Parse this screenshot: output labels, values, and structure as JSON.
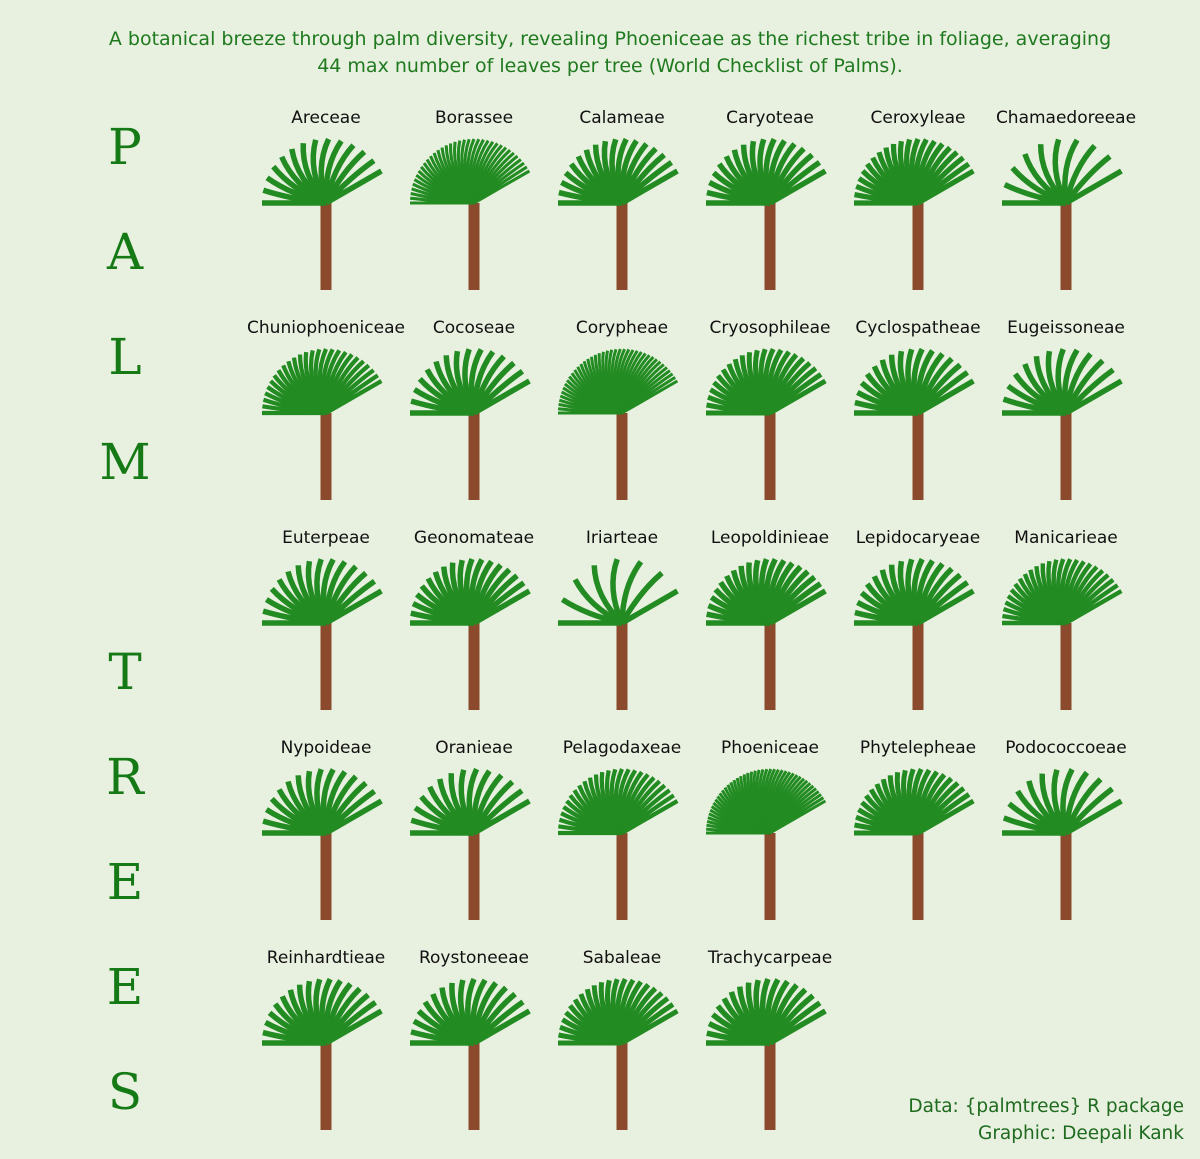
{
  "subtitle_lines": [
    "A botanical breeze through palm diversity, revealing Phoeniceae as the richest tribe in foliage, averaging",
    "44 max number of leaves per tree (World Checklist of Palms)."
  ],
  "side_title_letters": [
    "P",
    "A",
    "L",
    "M",
    "",
    "T",
    "R",
    "E",
    "E",
    "S"
  ],
  "caption": {
    "data_line": "Data: {palmtrees} R package",
    "graphic_line": "Graphic: Deepali Kank"
  },
  "colors": {
    "background": "#e8f0df",
    "leaf": "#228b22",
    "trunk": "#8b4a2b",
    "title": "#157a15"
  },
  "chart_data": {
    "type": "pictogram",
    "measure": "average max number of leaves per tree",
    "tribes": [
      {
        "name": "Areceae",
        "leaves": 14
      },
      {
        "name": "Borassee",
        "leaves": 36
      },
      {
        "name": "Calameae",
        "leaves": 17
      },
      {
        "name": "Caryoteae",
        "leaves": 17
      },
      {
        "name": "Ceroxyleae",
        "leaves": 21
      },
      {
        "name": "Chamaedoreeae",
        "leaves": 10
      },
      {
        "name": "Chuniophoeniceae",
        "leaves": 26
      },
      {
        "name": "Cocoseae",
        "leaves": 15
      },
      {
        "name": "Corypheae",
        "leaves": 40
      },
      {
        "name": "Cryosophileae",
        "leaves": 22
      },
      {
        "name": "Cyclospatheae",
        "leaves": 17
      },
      {
        "name": "Eugeissoneae",
        "leaves": 13
      },
      {
        "name": "Euterpeae",
        "leaves": 15
      },
      {
        "name": "Geonomateae",
        "leaves": 18
      },
      {
        "name": "Iriarteae",
        "leaves": 8
      },
      {
        "name": "Leopoldinieae",
        "leaves": 20
      },
      {
        "name": "Lepidocaryeae",
        "leaves": 17
      },
      {
        "name": "Manicarieae",
        "leaves": 25
      },
      {
        "name": "Nypoideae",
        "leaves": 15
      },
      {
        "name": "Oranieae",
        "leaves": 14
      },
      {
        "name": "Pelagodaxeae",
        "leaves": 26
      },
      {
        "name": "Phoeniceae",
        "leaves": 44
      },
      {
        "name": "Phytelepheae",
        "leaves": 22
      },
      {
        "name": "Podococcoeae",
        "leaves": 12
      },
      {
        "name": "Reinhardtieae",
        "leaves": 17
      },
      {
        "name": "Roystoneeae",
        "leaves": 16
      },
      {
        "name": "Sabaleae",
        "leaves": 22
      },
      {
        "name": "Trachycarpeae",
        "leaves": 18
      }
    ]
  }
}
